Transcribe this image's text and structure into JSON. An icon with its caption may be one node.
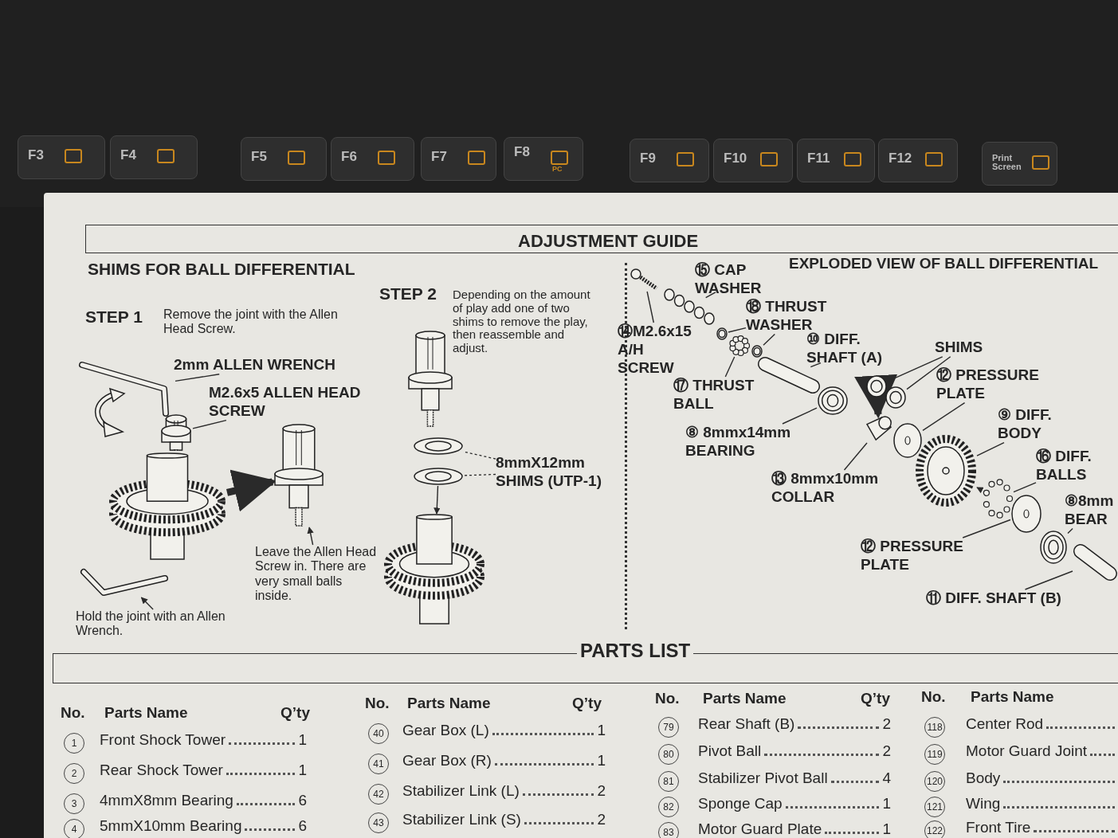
{
  "diagram": {
    "title": "ADJUSTMENT GUIDE",
    "nodes": [
      {
        "text": [
          "2mm ALLEN WRENCH"
        ]
      },
      {
        "text": [],
        "shape": "picture"
      },
      {
        "text": [
          "M2.6x5 ALLEN HEAD SCREW"
        ]
      },
      {
        "text": [],
        "shape": "picture"
      },
      {
        "text": [],
        "shape": "picture"
      },
      {
        "text": [],
        "shape": "picture"
      },
      {
        "text": [
          "Hold the joint with an Allen Wrench."
        ]
      },
      {
        "text": [],
        "shape": "picture"
      },
      {
        "text": [
          "Leave the Allen Head Screw in. There are very small balls inside."
        ]
      },
      {
        "text": [],
        "shape": "picture"
      },
      {
        "text": [],
        "shape": "picture"
      },
      {
        "text": [],
        "shape": "picture"
      },
      {
        "text": [],
        "shape": "picture"
      },
      {
        "text": [
          "**8mmX12mm SHIMS** (UTP-1)"
        ]
      },
      {
        "text": [
          "⑮ CAP WASHER"
        ]
      },
      {
        "text": [],
        "shape": "picture"
      },
      {
        "text": [
          "⑭M2.6x15 A/H SCREW"
        ]
      },
      {
        "text": [],
        "shape": "picture"
      },
      {
        "text": [
          "⑱ THRUST WASHER"
        ]
      },
      {
        "text": [],
        "shape": "picture"
      },
      {
        "text": [],
        "shape": "picture"
      },
      {
        "text": [],
        "shape": "picture"
      },
      {
        "text": [
          "⑰ THRUST BALL"
        ]
      },
      {
        "text": [
          "⑩ DIFF. SHAFT (A)"
        ]
      },
      {
        "text": [],
        "shape": "picture"
      },
      {
        "text": [],
        "shape": "picture"
      },
      {
        "text": [
          "⑧ 8mmx14mm BEARING"
        ]
      },
      {
        "text": [
          "SHIMS"
        ]
      },
      {
        "text": [],
        "shape": "picture"
      },
      {
        "text": [],
        "shape": "picture"
      },
      {
        "text": [
          "⑫ PRESSURE PLATE"
        ]
      },
      {
        "text": [],
        "shape": "picture"
      },
      {
        "text": [],
        "shape": "picture"
      },
      {
        "text": [
          "⑬ 8mmx10mm COLLAR"
        ]
      },
      {
        "text": [
          "⑨ DIFF. BODY"
        ]
      },
      {
        "text": [],
        "shape": "picture"
      },
      {
        "text": [
          "⑯ DIFF. BALLS"
        ]
      },
      {
        "text": [],
        "shape": "picture"
      },
      {
        "text": [],
        "shape": "picture"
      },
      {
        "text": [],
        "shape": "picture"
      },
      {
        "text": [
          "⑧8mm BEAR"
        ]
      },
      {
        "text": [
          "⑫ PRESSURE PLATE"
        ]
      },
      {
        "text": [],
        "shape": "picture"
      },
      {
        "text": [
          "⑪ DIFF. SHAFT (B)"
        ]
      }
    ],
    "edges": [
      {
        "from": 0,
        "to": 1,
        "arrow": "none"
      },
      {
        "from": 2,
        "to": 3,
        "arrow": "none"
      },
      {
        "from": 6,
        "to": 5,
        "arrow": "to"
      },
      {
        "from": 8,
        "to": 7,
        "arrow": "to"
      },
      {
        "from": 4,
        "to": 7,
        "arrow": "to",
        "style": "thick"
      },
      {
        "from": 13,
        "to": 10,
        "arrow": "none",
        "style": "dashed"
      },
      {
        "from": 13,
        "to": 11,
        "arrow": "none",
        "style": "dashed"
      },
      {
        "from": 11,
        "to": 12,
        "arrow": "to"
      },
      {
        "from": 14,
        "to": 15,
        "arrow": "none"
      },
      {
        "from": 16,
        "to": 17,
        "arrow": "none"
      },
      {
        "from": 18,
        "to": 19,
        "arrow": "none"
      },
      {
        "from": 18,
        "to": 21,
        "arrow": "none"
      },
      {
        "from": 22,
        "to": 20,
        "arrow": "none"
      },
      {
        "from": 23,
        "to": 24,
        "arrow": "none"
      },
      {
        "from": 26,
        "to": 25,
        "arrow": "none"
      },
      {
        "from": 27,
        "to": 28,
        "arrow": "none"
      },
      {
        "from": 27,
        "to": 29,
        "arrow": "none"
      },
      {
        "from": 28,
        "to": 31,
        "arrow": "to",
        "style": "thick"
      },
      {
        "from": 30,
        "to": 32,
        "arrow": "none"
      },
      {
        "from": 33,
        "to": 31,
        "arrow": "none"
      },
      {
        "from": 34,
        "to": 35,
        "arrow": "none"
      },
      {
        "from": 36,
        "to": 37,
        "arrow": "none"
      },
      {
        "from": 37,
        "to": 35,
        "arrow": "to"
      },
      {
        "from": 40,
        "to": 39,
        "arrow": "none"
      },
      {
        "from": 41,
        "to": 38,
        "arrow": "none"
      },
      {
        "from": 43,
        "to": 42,
        "arrow": "none"
      }
    ],
    "labels": [
      "F3",
      "F4",
      "F5",
      "F6",
      "F7",
      "F8",
      "PC",
      "F9",
      "F10",
      "F11",
      "F12",
      "Print Screen",
      "SHIMS FOR BALL DIFFERENTIAL",
      "STEP 1",
      "Remove the joint with the Allen Head Screw.",
      "STEP 2",
      "Depending on the amount of play add one of two shims to remove the play, then reassemble and adjust.",
      "EXPLODED VIEW OF BALL DIFFERENTIAL",
      "PARTS LIST",
      "No.",
      "Parts Name",
      "Q’ty",
      "No.",
      "Parts Name",
      "Q’ty",
      "No.",
      "Parts Name",
      "Q’ty",
      "No.",
      "Parts Name",
      "1",
      "Front Shock Tower",
      "1",
      "40",
      "Gear Box (L)",
      "1",
      "79",
      "Rear Shaft (B)",
      "2",
      "118",
      "Center Rod",
      "2",
      "Rear Shock Tower",
      "1",
      "41",
      "Gear Box (R)",
      "1",
      "80",
      "Pivot Ball",
      "2",
      "119",
      "Motor Guard Joint",
      "3",
      "4mmX8mm Bearing",
      "6",
      "42",
      "Stabilizer Link (L)",
      "2",
      "81",
      "Stabilizer Pivot Ball",
      "4",
      "120",
      "Body",
      "4",
      "5mmX10mm Bearing",
      "6",
      "43",
      "Stabilizer Link (S)",
      "2",
      "82",
      "Sponge Cap",
      "1",
      "121",
      "Wing",
      "83",
      "Motor Guard Plate",
      "1",
      "122",
      "Front Tire"
    ]
  }
}
